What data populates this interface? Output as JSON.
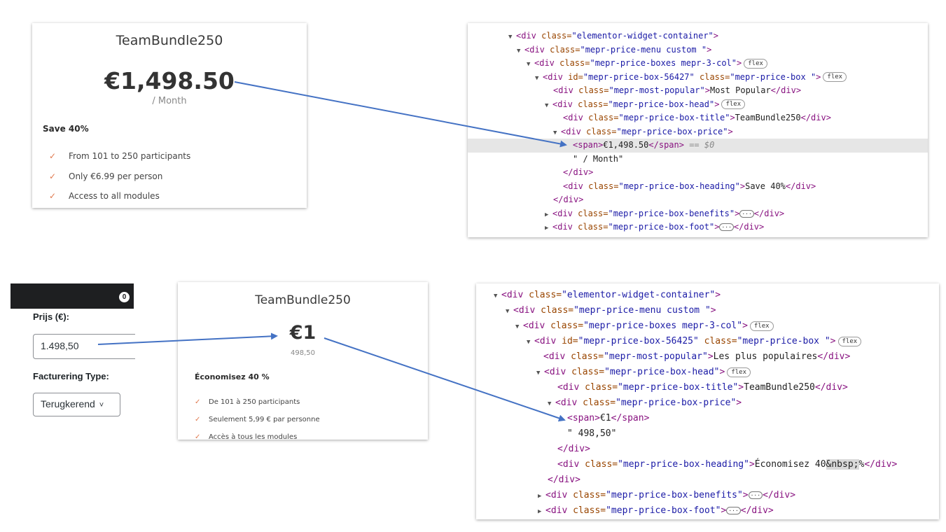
{
  "card_top": {
    "title": "TeamBundle250",
    "price": "€1,498.50",
    "period": "/ Month",
    "heading": "Save 40%",
    "benefits": [
      "From 101 to 250 participants",
      "Only €6.99 per person",
      "Access to all modules"
    ]
  },
  "card_bottom": {
    "title": "TeamBundle250",
    "price": "€1",
    "period": "498,50",
    "heading": "Économisez 40 %",
    "benefits": [
      "De 101 à 250 participants",
      "Seulement 5,99 € par personne",
      "Accès à tous les modules"
    ]
  },
  "admin": {
    "cart_count": "0",
    "price_label": "Prijs (€):",
    "price_value": "1.498,50",
    "billing_label": "Facturering Type:",
    "billing_value": "Terugkerend"
  },
  "icons": {
    "check": "check-icon",
    "chevron": "chevron-down-icon",
    "expand": "triangle-expand-icon",
    "collapse": "triangle-collapse-icon"
  },
  "devtools_top": {
    "l0": {
      "tag": "<div ",
      "an1": "class=",
      "av1": "\"elementor-widget-container\"",
      "end": ">"
    },
    "l1": {
      "tag": "<div ",
      "an1": "class=",
      "av1": "\"mepr-price-menu custom \"",
      "end": ">"
    },
    "l2": {
      "tag": "<div ",
      "an1": "class=",
      "av1": "\"mepr-price-boxes mepr-3-col\"",
      "end": ">",
      "pill": "flex"
    },
    "l3": {
      "tag": "<div ",
      "an1": "id=",
      "av1": "\"mepr-price-box-56427\"",
      "an2": " class=",
      "av2": "\"mepr-price-box \"",
      "end": ">",
      "pill": "flex"
    },
    "l4": {
      "tag": "<div ",
      "an1": "class=",
      "av1": "\"mepr-most-popular\"",
      "end": ">",
      "text": "Most Popular",
      "close": "</div>"
    },
    "l5": {
      "tag": "<div ",
      "an1": "class=",
      "av1": "\"mepr-price-box-head\"",
      "end": ">",
      "pill": "flex"
    },
    "l6": {
      "tag": "<div ",
      "an1": "class=",
      "av1": "\"mepr-price-box-title\"",
      "end": ">",
      "text": "TeamBundle250",
      "close": "</div>"
    },
    "l7": {
      "tag": "<div ",
      "an1": "class=",
      "av1": "\"mepr-price-box-price\"",
      "end": ">"
    },
    "l8": {
      "tag": "<span>",
      "text": "€1,498.50",
      "close": "</span>",
      "dim": " == $0"
    },
    "l9": {
      "text": "\" / Month\""
    },
    "l10": {
      "close": "</div>"
    },
    "l11": {
      "tag": "<div ",
      "an1": "class=",
      "av1": "\"mepr-price-box-heading\"",
      "end": ">",
      "text": "Save 40%",
      "close": "</div>"
    },
    "l12": {
      "close": "</div>"
    },
    "l13": {
      "tag": "<div ",
      "an1": "class=",
      "av1": "\"mepr-price-box-benefits\"",
      "end": ">",
      "ell": "···",
      "close": "</div>"
    },
    "l14": {
      "tag": "<div ",
      "an1": "class=",
      "av1": "\"mepr-price-box-foot\"",
      "end": ">",
      "ell": "···",
      "close": "</div>"
    }
  },
  "devtools_bottom": {
    "l0": {
      "tag": "<div ",
      "an1": "class=",
      "av1": "\"elementor-widget-container\"",
      "end": ">"
    },
    "l1": {
      "tag": "<div ",
      "an1": "class=",
      "av1": "\"mepr-price-menu custom \"",
      "end": ">"
    },
    "l2": {
      "tag": "<div ",
      "an1": "class=",
      "av1": "\"mepr-price-boxes mepr-3-col\"",
      "end": ">",
      "pill": "flex"
    },
    "l3": {
      "tag": "<div ",
      "an1": "id=",
      "av1": "\"mepr-price-box-56425\"",
      "an2": " class=",
      "av2": "\"mepr-price-box \"",
      "end": ">",
      "pill": "flex"
    },
    "l4": {
      "tag": "<div ",
      "an1": "class=",
      "av1": "\"mepr-most-popular\"",
      "end": ">",
      "text": "Les plus populaires",
      "close": "</div>"
    },
    "l5": {
      "tag": "<div ",
      "an1": "class=",
      "av1": "\"mepr-price-box-head\"",
      "end": ">",
      "pill": "flex"
    },
    "l6": {
      "tag": "<div ",
      "an1": "class=",
      "av1": "\"mepr-price-box-title\"",
      "end": ">",
      "text": "TeamBundle250",
      "close": "</div>"
    },
    "l7": {
      "tag": "<div ",
      "an1": "class=",
      "av1": "\"mepr-price-box-price\"",
      "end": ">"
    },
    "l8": {
      "tag": "<span>",
      "text": "€1",
      "close": "</span>"
    },
    "l9": {
      "text": "\" 498,50\""
    },
    "l10": {
      "close": "</div>"
    },
    "l11": {
      "tag": "<div ",
      "an1": "class=",
      "av1": "\"mepr-price-box-heading\"",
      "end": ">",
      "text": "Économisez 40",
      "nbsp": "&nbsp;",
      "text2": "%",
      "close": "</div>"
    },
    "l12": {
      "close": "</div>"
    },
    "l13": {
      "tag": "<div ",
      "an1": "class=",
      "av1": "\"mepr-price-box-benefits\"",
      "end": ">",
      "ell": "···",
      "close": "</div>"
    },
    "l14": {
      "tag": "<div ",
      "an1": "class=",
      "av1": "\"mepr-price-box-foot\"",
      "end": ">",
      "ell": "···",
      "close": "</div>"
    }
  },
  "colors": {
    "arrow": "#4472c4",
    "check": "#e07a4f",
    "tag": "#881280",
    "attr_name": "#994500",
    "attr_value": "#1a1aa6"
  }
}
